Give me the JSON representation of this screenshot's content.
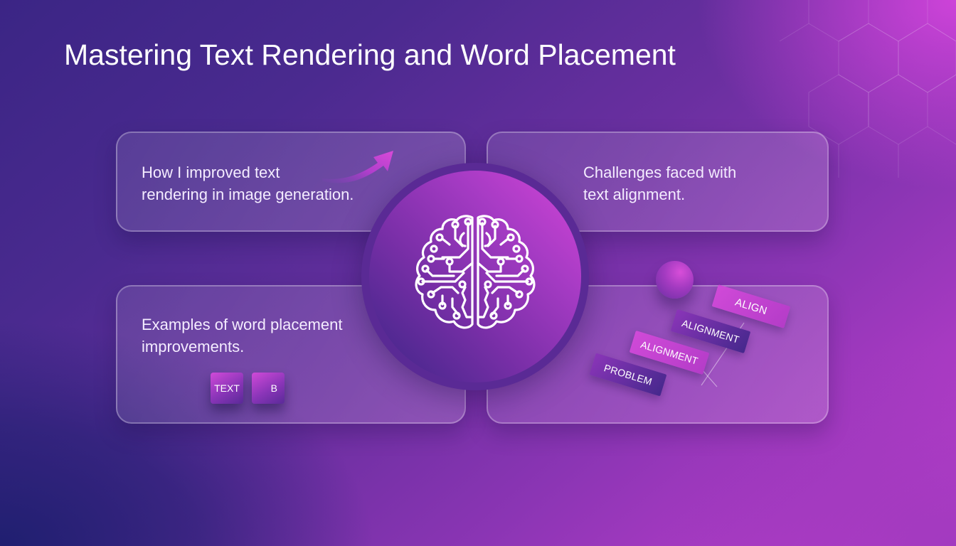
{
  "title": "Mastering Text Rendering and Word Placement",
  "cards": {
    "top_left": {
      "line1": "How I improved text",
      "line2": "rendering in image generation.",
      "icon": "trending-arrow-icon"
    },
    "top_right": {
      "line1": "Challenges faced with",
      "line2": "text alignment."
    },
    "bottom_left": {
      "line1": "Examples of word placement",
      "line2": "improvements.",
      "tiles": [
        "TEXT",
        "B"
      ]
    },
    "bottom_right": {
      "tags": [
        "ALIGN",
        "ALIGNMENT",
        "ALIGNMENT",
        "PROBLEM"
      ]
    }
  },
  "center": {
    "icon": "circuit-brain-icon"
  },
  "colors": {
    "background_start": "#1f2270",
    "background_mid": "#6a2fa0",
    "background_end": "#d445d8",
    "accent_pink": "#d04ad8",
    "accent_dark": "#45288c",
    "text": "#ffffff"
  }
}
